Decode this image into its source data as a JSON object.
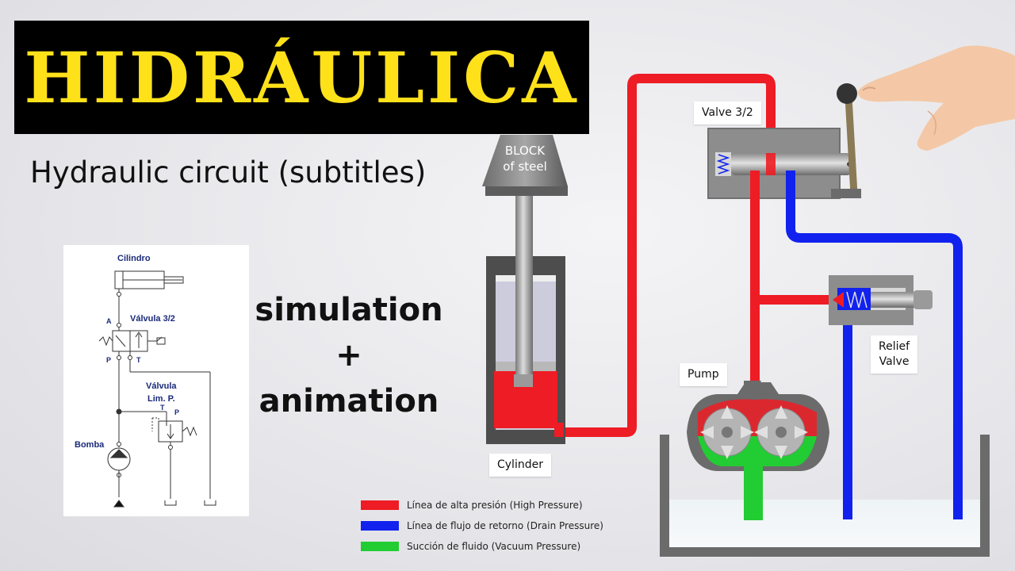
{
  "title": "HIDRÁULICA",
  "subtitle": "Hydraulic circuit (subtitles)",
  "description": {
    "line1": "simulation",
    "line2": "+",
    "line3": "animation"
  },
  "schematic": {
    "cylinder_label": "Cilindro",
    "valve_label": "Válvula  3/2",
    "relief_label_1": "Válvula",
    "relief_label_2": "Lim.  P.",
    "pump_label": "Bomba",
    "port_a": "A",
    "port_p": "P",
    "port_t": "T",
    "relief_port_t": "T",
    "relief_port_p": "P"
  },
  "components": {
    "block": "BLOCK of steel",
    "block_line1": "BLOCK",
    "block_line2": "of steel",
    "cylinder": "Cylinder",
    "valve": "Valve 3/2",
    "pump": "Pump",
    "relief_line1": "Relief",
    "relief_line2": "Valve"
  },
  "legend": [
    {
      "color": "#ee1c24",
      "label": "Línea de alta presión (High Pressure)"
    },
    {
      "color": "#1122ee",
      "label": "Línea de flujo de retorno (Drain Pressure)"
    },
    {
      "color": "#22cc33",
      "label": "Succión de fluido (Vacuum Pressure)"
    }
  ],
  "colors": {
    "high_pressure": "#ee1c24",
    "drain": "#1122ee",
    "vacuum": "#22cc33",
    "title_yellow": "#ffe11a"
  }
}
